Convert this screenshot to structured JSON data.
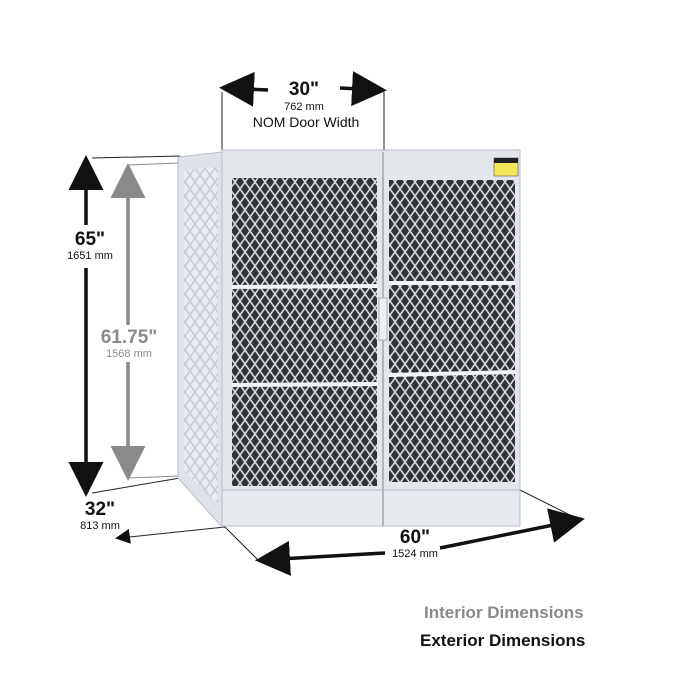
{
  "dimensions": {
    "door_width": {
      "inches": "30\"",
      "mm": "762 mm",
      "caption": "NOM Door Width"
    },
    "exterior_height": {
      "inches": "65\"",
      "mm": "1651 mm"
    },
    "interior_height": {
      "inches": "61.75\"",
      "mm": "1568 mm"
    },
    "depth": {
      "inches": "32\"",
      "mm": "813 mm"
    },
    "width": {
      "inches": "60\"",
      "mm": "1524 mm"
    }
  },
  "legend": {
    "interior_label": "Interior Dimensions",
    "exterior_label": "Exterior Dimensions",
    "interior_color": "#8a8a8a",
    "exterior_color": "#111111"
  },
  "product": {
    "type": "gas cylinder storage cabinet",
    "label_color": "#f3e65a"
  }
}
